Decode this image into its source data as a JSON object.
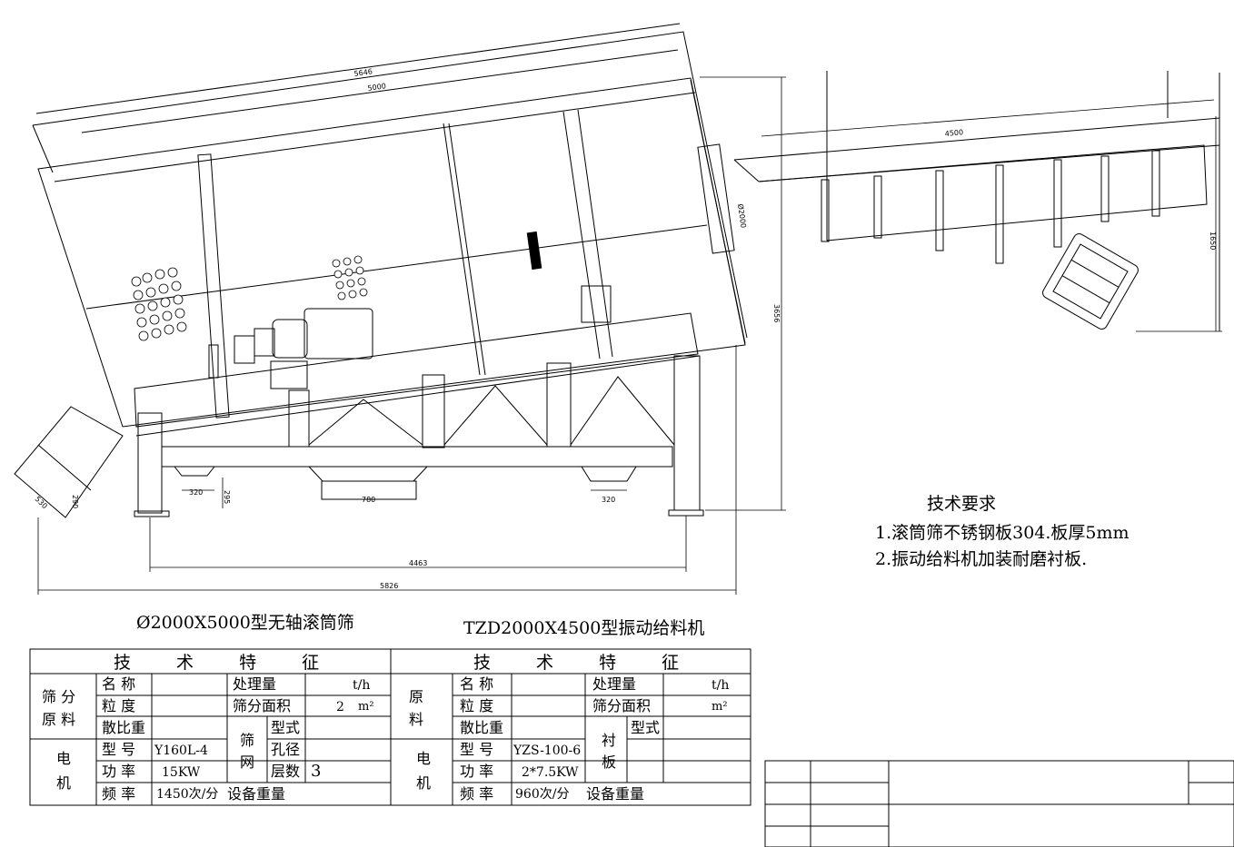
{
  "drawing": {
    "dims": {
      "top_outer": "5646",
      "top_inner": "5000",
      "feeder_len": "4500",
      "height_total": "3656",
      "feeder_h": "1650",
      "dia": "Ø2000",
      "bottom_small1": "320",
      "bottom_mid": "780",
      "bottom_small2": "320",
      "small_v": "295",
      "chute_a": "530",
      "chute_b": "290",
      "base_len": "4463",
      "overall_len": "5826"
    },
    "requirements": {
      "title": "技术要求",
      "item1": "1.滚筒筛不锈钢板304.板厚5mm",
      "item2": "2.振动给料机加装耐磨衬板."
    },
    "titles": {
      "left": "Ø2000X5000型无轴滚筒筛",
      "right": "TZD2000X4500型振动给料机"
    }
  },
  "table_left": {
    "header": "技 术 特 征",
    "raw_label_1": "筛 分",
    "raw_label_2": "原 料",
    "name": "名 称",
    "granularity": "粒 度",
    "bulk_density": "散比重",
    "capacity": "处理量",
    "capacity_unit": "t/h",
    "screen_area": "筛分面积",
    "screen_area_value": "2",
    "area_unit": "m²",
    "screen_label_1": "筛",
    "screen_label_2": "网",
    "model_type": "型式",
    "aperture": "孔径",
    "layers": "层数",
    "layers_value": "3",
    "motor_label_1": "电",
    "motor_label_2": "机",
    "model": "型 号",
    "model_value": "Y160L-4",
    "power": "功 率",
    "power_value": "15KW",
    "freq": "频 率",
    "freq_value": "1450次/分",
    "weight": "设备重量"
  },
  "table_right": {
    "header": "技 术 特 征",
    "raw_label_1": "原",
    "raw_label_2": "料",
    "name": "名 称",
    "granularity": "粒 度",
    "bulk_density": "散比重",
    "capacity": "处理量",
    "capacity_unit": "t/h",
    "screen_area": "筛分面积",
    "area_unit": "m²",
    "liner_label_1": "衬",
    "liner_label_2": "板",
    "model_type": "型式",
    "motor_label_1": "电",
    "motor_label_2": "机",
    "model": "型 号",
    "model_value": "YZS-100-6",
    "power": "功 率",
    "power_value": "2*7.5KW",
    "freq": "频 率",
    "freq_value": "960次/分",
    "weight": "设备重量"
  }
}
